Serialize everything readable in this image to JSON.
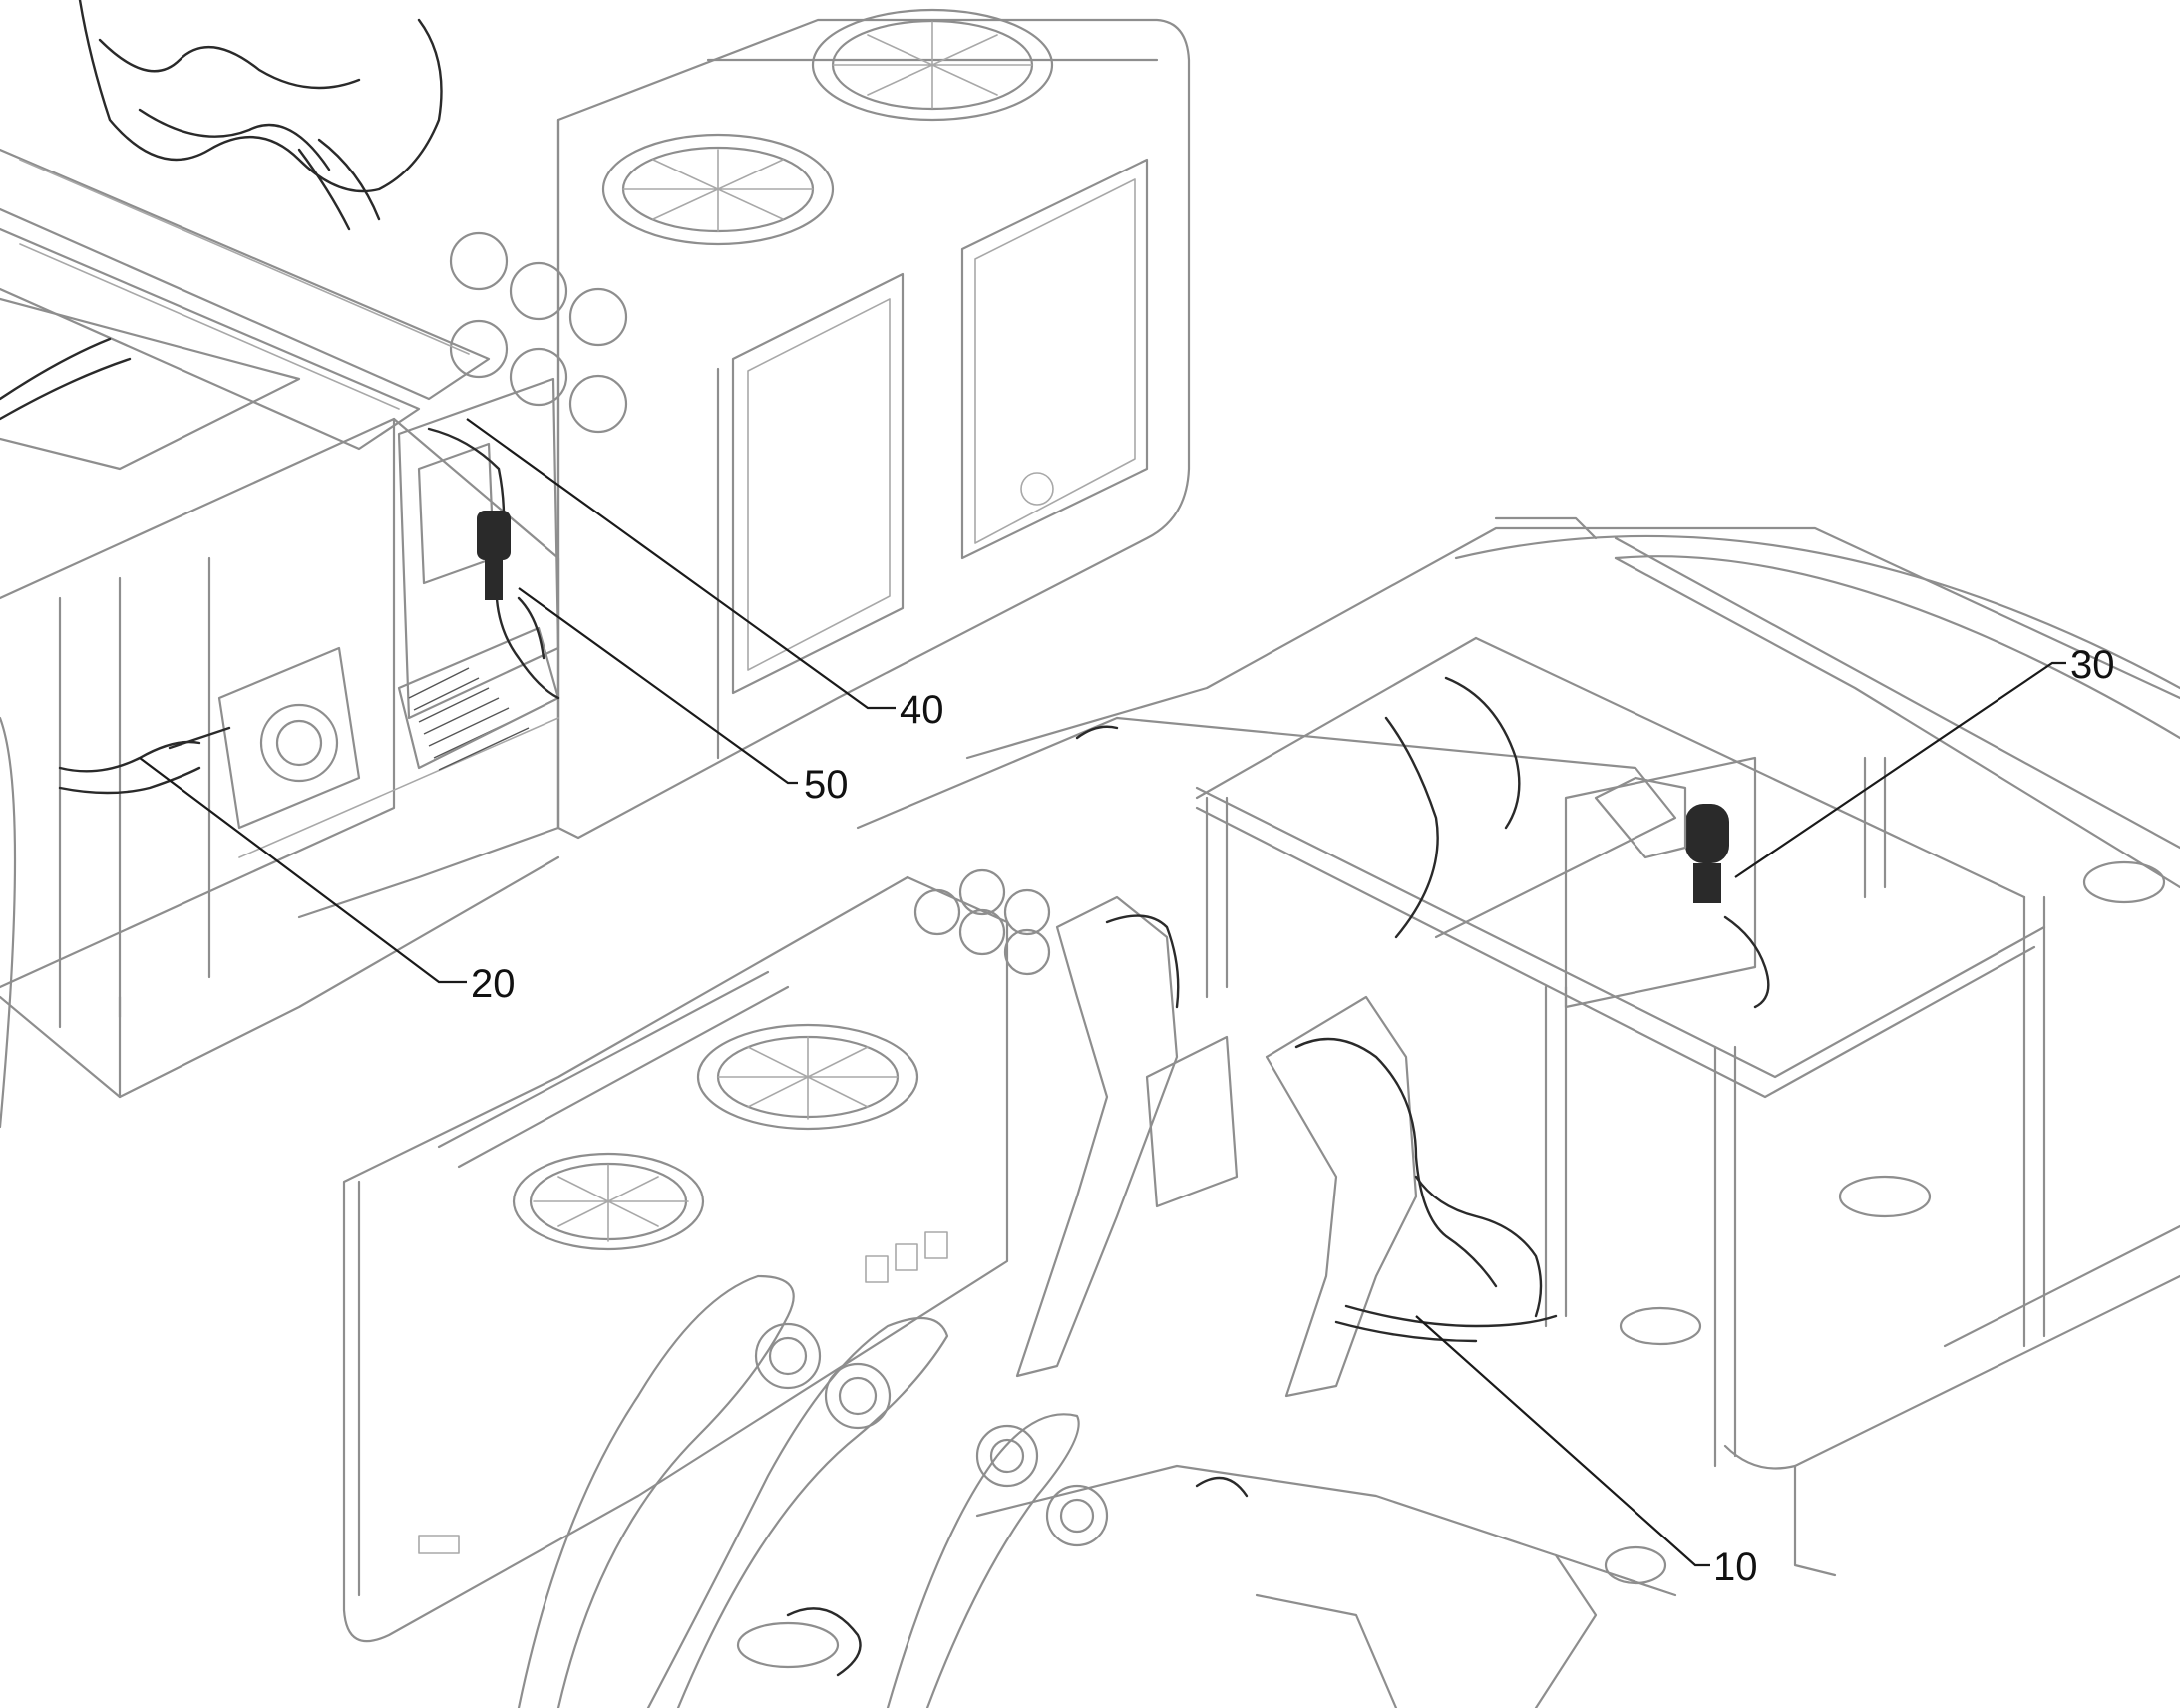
{
  "figure": {
    "callouts": [
      {
        "id": "callout-10",
        "label": "10"
      },
      {
        "id": "callout-20",
        "label": "20"
      },
      {
        "id": "callout-30",
        "label": "30"
      },
      {
        "id": "callout-40",
        "label": "40"
      },
      {
        "id": "callout-50",
        "label": "50"
      }
    ],
    "colors": {
      "outline": "#8e8e8e",
      "highlight": "#2a2a2a",
      "text": "#111111",
      "background": "#ffffff"
    }
  }
}
